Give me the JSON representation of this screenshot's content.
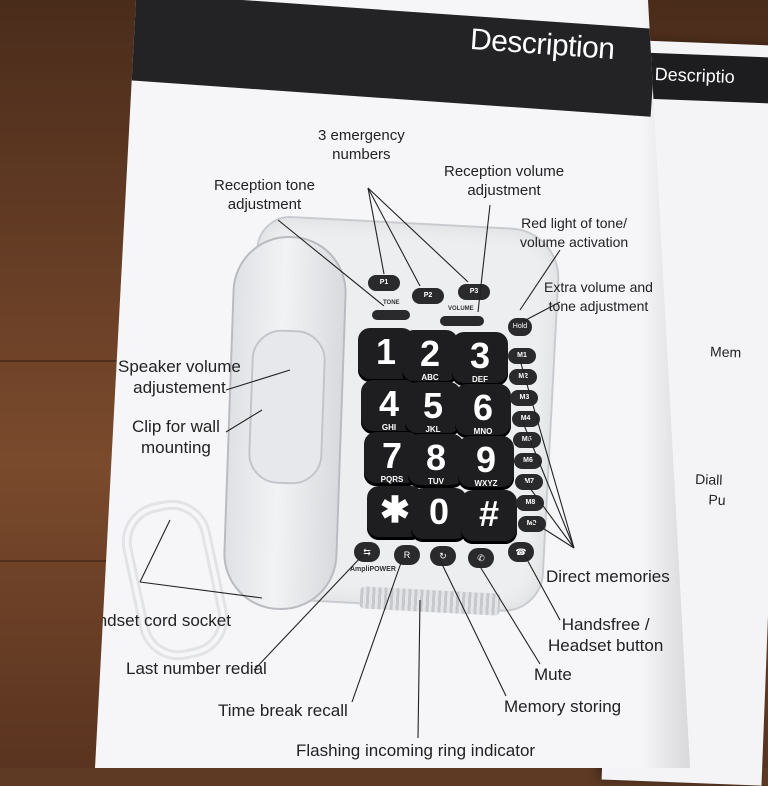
{
  "header": {
    "title": "Description"
  },
  "next_page": {
    "title": "Descriptio",
    "fragments": [
      "Mem",
      "Diall",
      "Pu"
    ]
  },
  "phone": {
    "emergency_keys": [
      "P1",
      "P2",
      "P3"
    ],
    "tone_label": "TONE",
    "volume_label": "VOLUME",
    "hold_label": "Hold",
    "keys": [
      {
        "digit": "1",
        "letters": ""
      },
      {
        "digit": "2",
        "letters": "ABC"
      },
      {
        "digit": "3",
        "letters": "DEF"
      },
      {
        "digit": "4",
        "letters": "GHI"
      },
      {
        "digit": "5",
        "letters": "JKL"
      },
      {
        "digit": "6",
        "letters": "MNO"
      },
      {
        "digit": "7",
        "letters": "PQRS"
      },
      {
        "digit": "8",
        "letters": "TUV"
      },
      {
        "digit": "9",
        "letters": "WXYZ"
      },
      {
        "digit": "✱",
        "letters": ""
      },
      {
        "digit": "0",
        "letters": ""
      },
      {
        "digit": "#",
        "letters": ""
      }
    ],
    "memory_keys": [
      "M1",
      "M2",
      "M3",
      "M4",
      "M5",
      "M6",
      "M7",
      "M8",
      "M9"
    ],
    "bottom_buttons": [
      "R"
    ],
    "amplipower_label": "AmpliPOWER"
  },
  "labels": {
    "emergency": [
      "3 emergency",
      "numbers"
    ],
    "reception_volume": [
      "Reception volume",
      "adjustment"
    ],
    "reception_tone": [
      "Reception tone",
      "adjustment"
    ],
    "red_light": [
      "Red light of tone/",
      "volume activation"
    ],
    "extra_volume": [
      "Extra volume and",
      "tone adjustment"
    ],
    "speaker_volume": [
      "Speaker volume",
      "adjustement"
    ],
    "clip": [
      "Clip for wall",
      "mounting"
    ],
    "direct_memories": "Direct memories",
    "handset_cord": "Handset cord  socket",
    "handsfree": [
      "Handsfree /",
      "Headset button"
    ],
    "last_number": "Last number redial",
    "mute": "Mute",
    "time_break": "Time break recall",
    "memory_storing": "Memory storing",
    "flashing": "Flashing incoming ring indicator"
  }
}
